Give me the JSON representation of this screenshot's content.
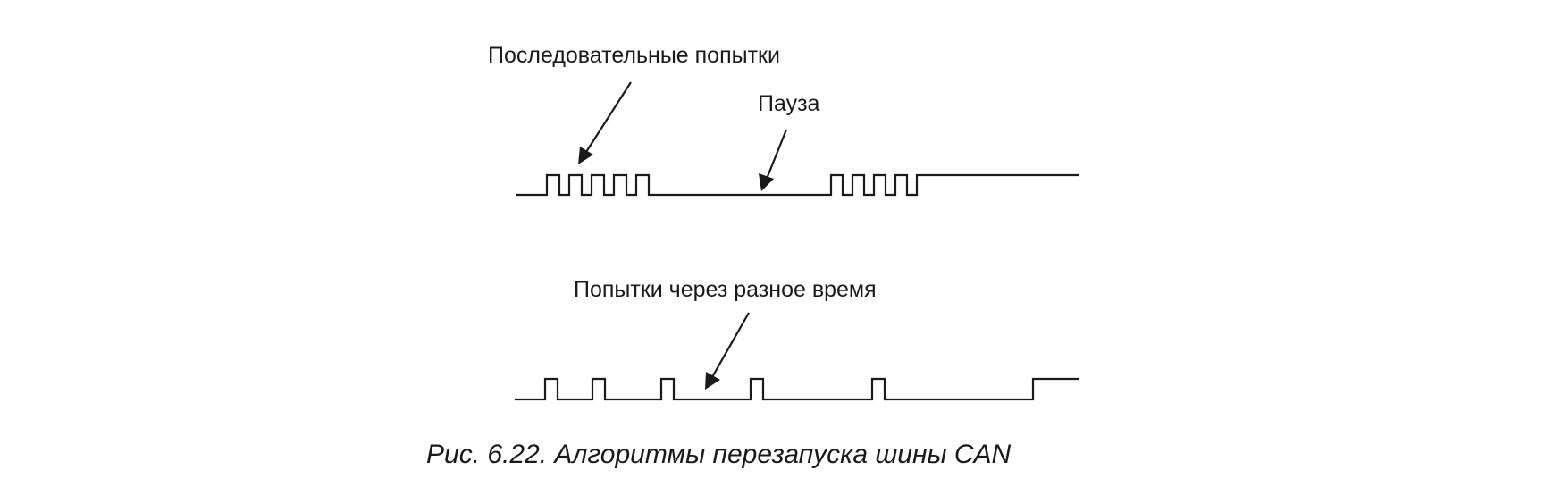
{
  "labels": {
    "consecutive_attempts": "Последовательные попытки",
    "pause": "Пауза",
    "attempts_different_time": "Попытки через разное время"
  },
  "caption": "Рис. 6.22. Алгоритмы перезапуска шины CAN",
  "colors": {
    "ink": "#1a1a1a",
    "background": "#ffffff"
  }
}
